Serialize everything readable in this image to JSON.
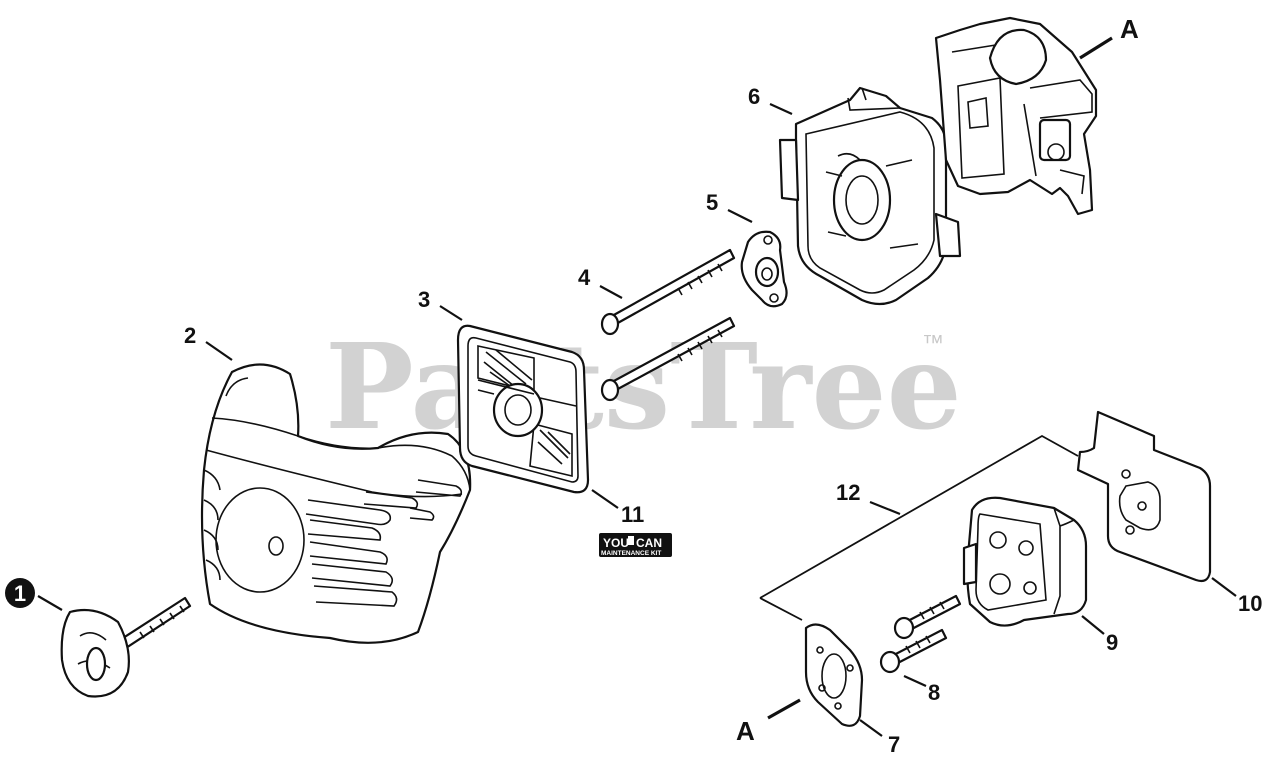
{
  "watermark": {
    "text": "PartsTree",
    "trademark": "™"
  },
  "callouts": {
    "c1": "1",
    "c2": "2",
    "c3": "3",
    "c4": "4",
    "c5": "5",
    "c6": "6",
    "c7": "7",
    "c8": "8",
    "c9": "9",
    "c10": "10",
    "c11": "11",
    "c12": "12",
    "ref_a_top": "A",
    "ref_a_bottom": "A"
  },
  "badge": {
    "line1_left": "YOU",
    "line1_right": "CAN",
    "line2": "MAINTENANCE KIT"
  },
  "colors": {
    "ink": "#111111",
    "watermark": "#d2d2d2",
    "background": "#ffffff"
  }
}
